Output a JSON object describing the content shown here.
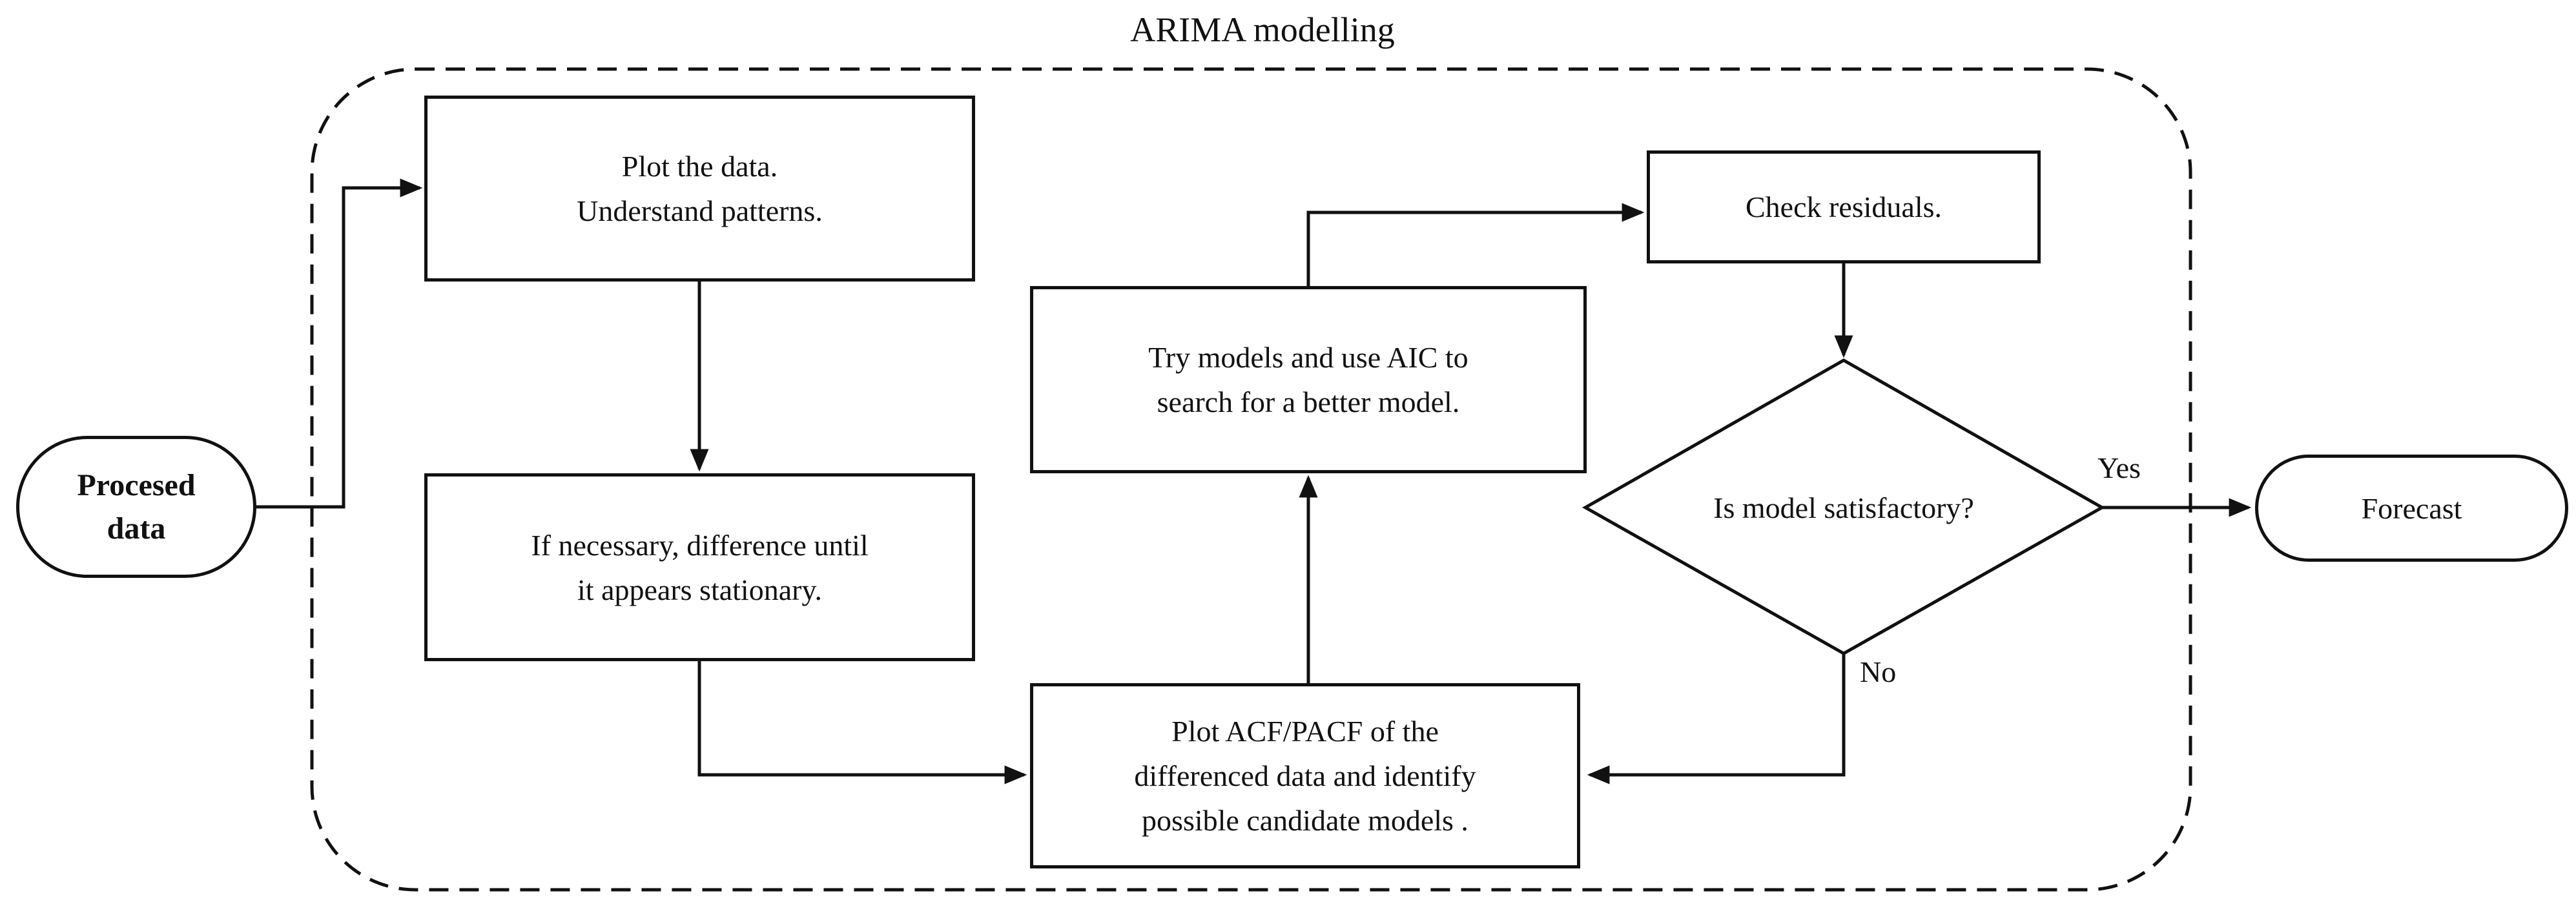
{
  "diagram": {
    "title": "ARIMA modelling",
    "nodes": {
      "processed_data": "Procesed\ndata",
      "plot_data": "Plot the data.\nUnderstand patterns.",
      "difference": "If necessary, difference until\nit appears stationary.",
      "try_models": "Try models and use AIC to\nsearch for a better model.",
      "acf_pacf": "Plot ACF/PACF of the\ndifferenced data and identify\npossible candidate models .",
      "check_residuals": "Check residuals.",
      "decision": "Is model satisfactory?",
      "forecast": "Forecast"
    },
    "edge_labels": {
      "yes": "Yes",
      "no": "No"
    },
    "colors": {
      "line": "#111111",
      "background": "#ffffff"
    }
  }
}
